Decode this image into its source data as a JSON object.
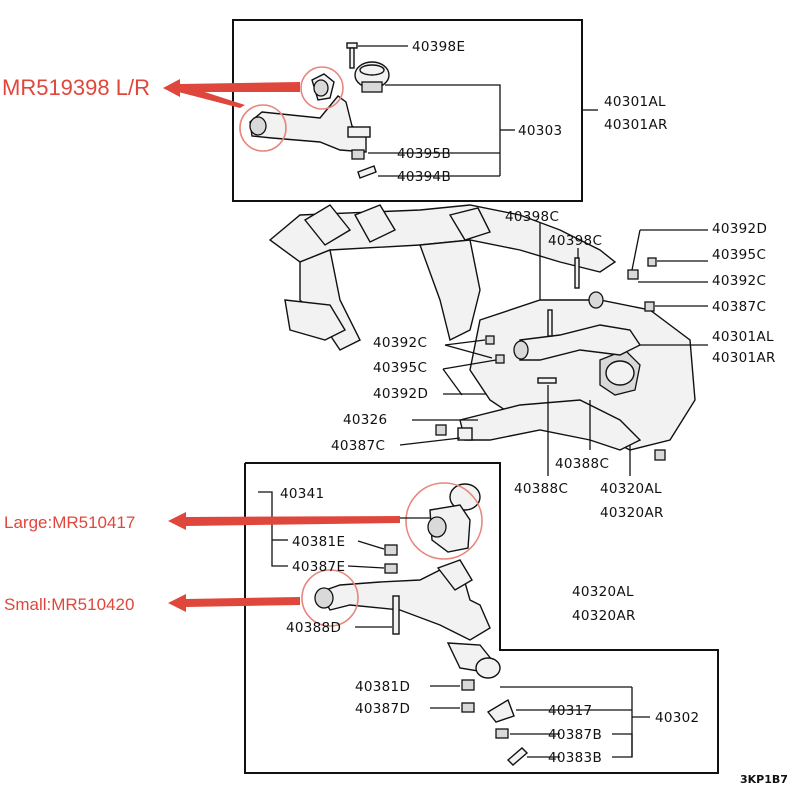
{
  "callouts": {
    "upper": "MR519398 L/R",
    "large": "Large:MR510417",
    "small": "Small:MR510420"
  },
  "parts": {
    "p40398E": "40398E",
    "p40303": "40303",
    "p40395B": "40395B",
    "p40394B": "40394B",
    "p40301AL_top": "40301AL",
    "p40301AR_top": "40301AR",
    "p40398C_a": "40398C",
    "p40398C_b": "40398C",
    "p40392D_r": "40392D",
    "p40395C_r": "40395C",
    "p40392C_r": "40392C",
    "p40387C_r": "40387C",
    "p40301AL_mid": "40301AL",
    "p40301AR_mid": "40301AR",
    "p40392C_l": "40392C",
    "p40395C_l": "40395C",
    "p40392D_l": "40392D",
    "p40326": "40326",
    "p40387C_l": "40387C",
    "p40388C_a": "40388C",
    "p40388C_b": "40388C",
    "p40320AL_mid": "40320AL",
    "p40320AR_mid": "40320AR",
    "p40341": "40341",
    "p40381E": "40381E",
    "p40387E": "40387E",
    "p40388D": "40388D",
    "p40320AL_low": "40320AL",
    "p40320AR_low": "40320AR",
    "p40381D": "40381D",
    "p40387D": "40387D",
    "p40317": "40317",
    "p40387B": "40387B",
    "p40383B": "40383B",
    "p40302": "40302"
  },
  "diagram_code": "3KP1B7",
  "colors": {
    "callout": "#e0473c",
    "highlight": "#e8867e",
    "line": "#111111"
  }
}
